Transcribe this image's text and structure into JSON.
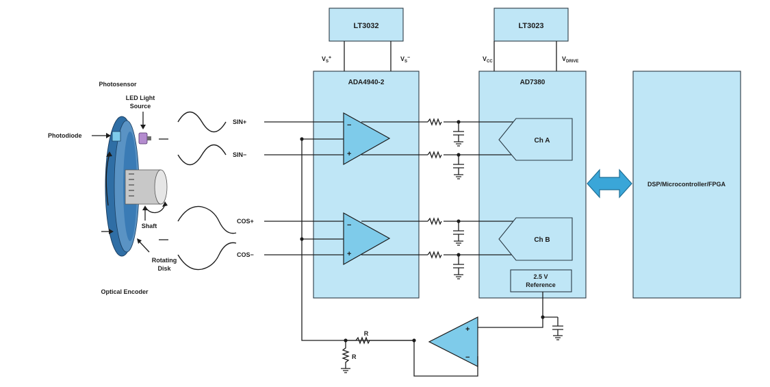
{
  "blocks": {
    "lt3032": "LT3032",
    "lt3023": "LT3023",
    "ada": "ADA4940-2",
    "ad": "AD7380",
    "dsp": "DSP/Microcontroller/FPGA",
    "cha": "Ch A",
    "chb": "Ch B",
    "ref_line1": "2.5 V",
    "ref_line2": "Reference"
  },
  "supply": {
    "vsp": "V",
    "vsp_sub": "S",
    "vsp_sup": "+",
    "vsn": "V",
    "vsn_sub": "S",
    "vsn_sup": "−",
    "vcc": "V",
    "vcc_sub": "CC",
    "vdrive": "V",
    "vdrive_sub": "DRIVE"
  },
  "signals": {
    "sinp": "SIN+",
    "sinn": "SIN−",
    "cosp": "COS+",
    "cosn": "COS−"
  },
  "amp_marks": {
    "minus": "−",
    "plus": "+"
  },
  "encoder": {
    "photosensor": "Photosensor",
    "led_line1": "LED Light",
    "led_line2": "Source",
    "photodiode": "Photodiode",
    "shaft": "Shaft",
    "disk_line1": "Rotating",
    "disk_line2": "Disk",
    "title": "Optical Encoder"
  },
  "feedback": {
    "r1": "R",
    "r2": "R"
  },
  "colors": {
    "block_fill": "#bfe6f6",
    "amp_fill": "#7ecbea",
    "arrow_fill": "#3aa6d8",
    "disk_fill": "#2f6ea5"
  }
}
